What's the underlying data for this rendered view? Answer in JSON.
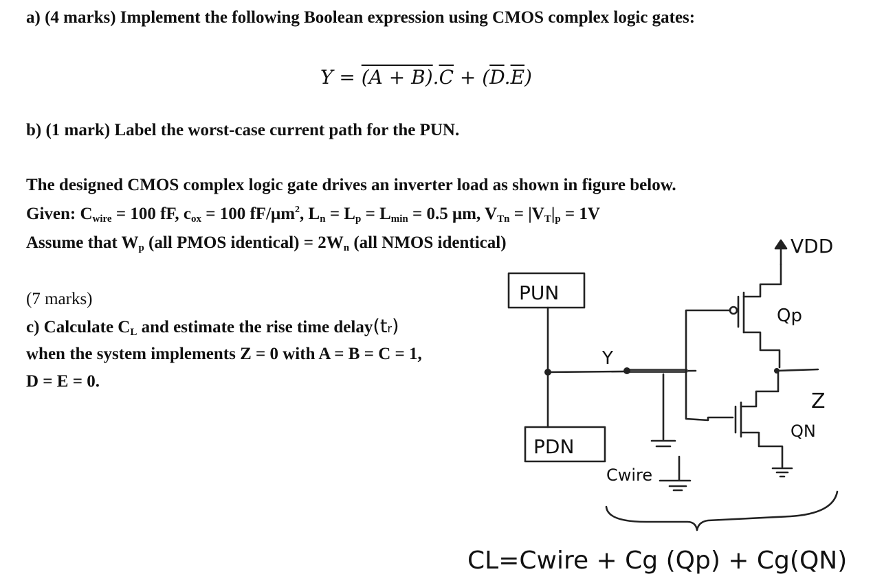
{
  "part_a": {
    "label": "a) (4 marks) Implement the following Boolean expression using CMOS complex logic gates:",
    "equation": {
      "lhs": "Y = ",
      "overbar_term": "(A + B)",
      "c_bar": "C",
      "plus": " + ",
      "d_bar": "D",
      "e_bar": "E"
    }
  },
  "part_b": {
    "label": "b) (1 mark) Label the worst-case current path for the PUN."
  },
  "given": {
    "line1": "The designed CMOS complex logic gate drives an inverter load as shown in figure below.",
    "line2": {
      "prefix": "Given: C",
      "cwire_sub": "wire",
      "cwire_val": " = 100 fF, c",
      "cox_sub": "ox",
      "cox_val": " = 100 fF/μm",
      "cox_sup": "2",
      "ln": ", L",
      "ln_sub": "n",
      "lp": " = L",
      "lp_sub": "p",
      "lmin": " = L",
      "lmin_sub": "min",
      "lmin_val": " = 0.5 μm, V",
      "vtn_sub": "Tn",
      "vtp": " = |V",
      "vtp_sub": "T",
      "vtp_close": "|",
      "vtp_p": "p",
      "vt_val": " = 1V"
    },
    "line3": {
      "prefix": "Assume that W",
      "wp_sub": "p",
      "mid": " (all PMOS identical) = 2W",
      "wn_sub": "n",
      "end": " (all NMOS identical)"
    }
  },
  "part_c": {
    "marks": "(7 marks)",
    "line1_prefix": "c) Calculate C",
    "cl_sub": "L",
    "line1_suffix": " and estimate the rise time delay",
    "tr_handwritten": "(t",
    "tr_sub": "r",
    "tr_close": ")",
    "line2": "when the system implements Z = 0 with A = B = C = 1,",
    "line3": "D = E = 0."
  },
  "figure": {
    "vdd_label": "VDD",
    "pun_label": "PUN",
    "pdn_label": "PDN",
    "y_label": "Y",
    "z_label": "Z",
    "qp_label": "Qp",
    "qn_label": "QN",
    "cwire_label": "Cwire",
    "cl_formula": "CL=Cwire + Cg (Qp) + Cg(QN)"
  },
  "colors": {
    "text": "#111111",
    "background": "#ffffff"
  }
}
